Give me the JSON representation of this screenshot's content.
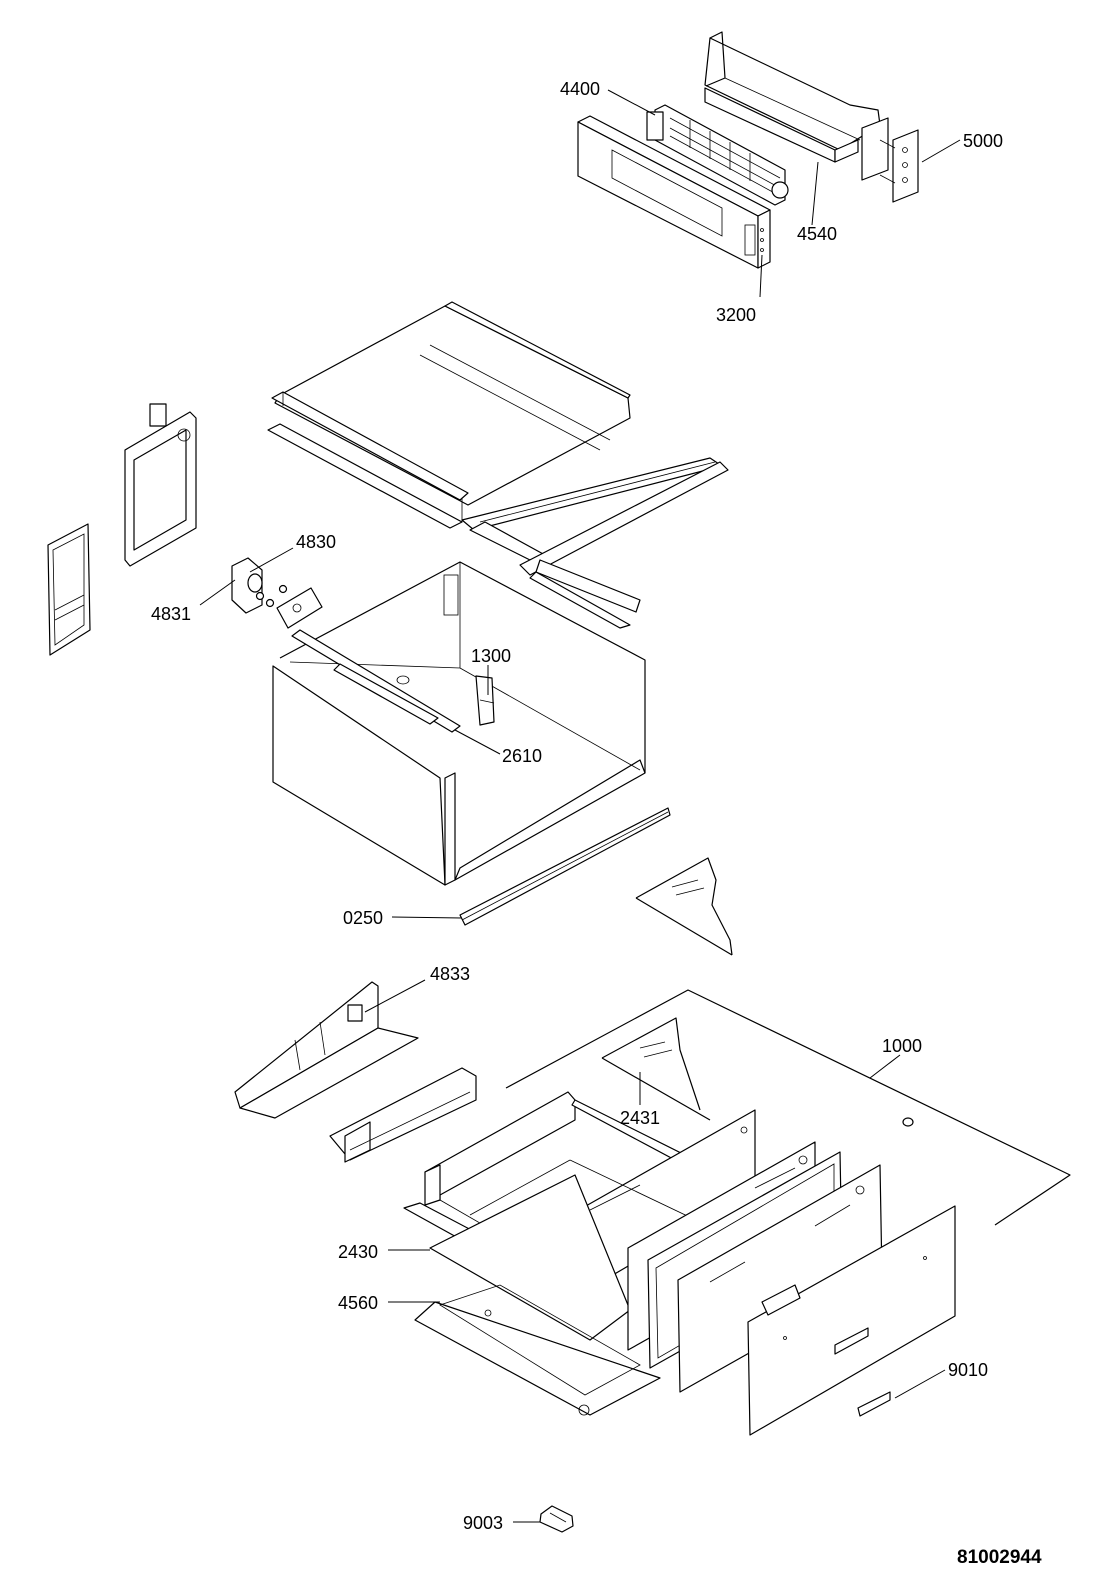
{
  "labels": {
    "p4400": "4400",
    "p5000": "5000",
    "p4540": "4540",
    "p3200": "3200",
    "p4830": "4830",
    "p4831": "4831",
    "p1300": "1300",
    "p2610": "2610",
    "p0250": "0250",
    "p4833": "4833",
    "p1000": "1000",
    "p2431": "2431",
    "p2430": "2430",
    "p4560": "4560",
    "p9010": "9010",
    "p9003": "9003"
  },
  "document_number": "81002944"
}
